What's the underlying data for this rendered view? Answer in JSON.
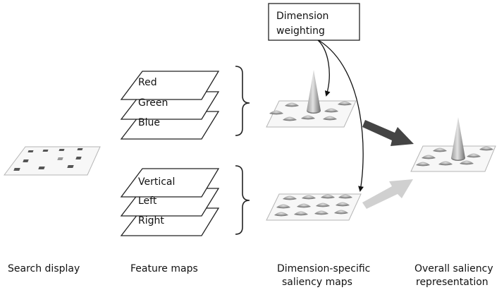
{
  "weighting_box": {
    "line1": "Dimension",
    "line2": "weighting"
  },
  "feature_maps": {
    "color": [
      "Red",
      "Green",
      "Blue"
    ],
    "orientation": [
      "Vertical",
      "Left",
      "Right"
    ]
  },
  "captions": {
    "search_display": "Search display",
    "feature_maps": "Feature maps",
    "dimension_specific_1": "Dimension-specific",
    "dimension_specific_2": "saliency maps",
    "overall_1": "Overall saliency",
    "overall_2": "representation"
  },
  "colors": {
    "strong_arrow": "#444444",
    "weak_arrow": "#d0d0d0",
    "outline": "#222222"
  }
}
